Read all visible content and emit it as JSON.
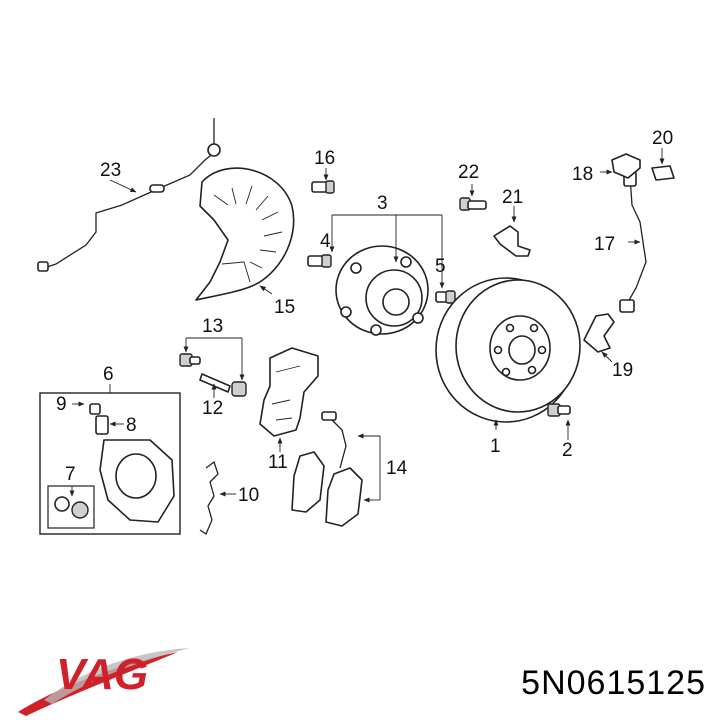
{
  "brand": {
    "logo_text": "VAG",
    "accent": "#d0202a"
  },
  "part_number": "5N0615125",
  "callouts": {
    "c1": "1",
    "c2": "2",
    "c3": "3",
    "c4": "4",
    "c5": "5",
    "c6": "6",
    "c7": "7",
    "c8": "8",
    "c9": "9",
    "c10": "10",
    "c11": "11",
    "c12": "12",
    "c13": "13",
    "c14": "14",
    "c15": "15",
    "c16": "16",
    "c17": "17",
    "c18": "18",
    "c19": "19",
    "c20": "20",
    "c21": "21",
    "c22": "22",
    "c23": "23"
  }
}
